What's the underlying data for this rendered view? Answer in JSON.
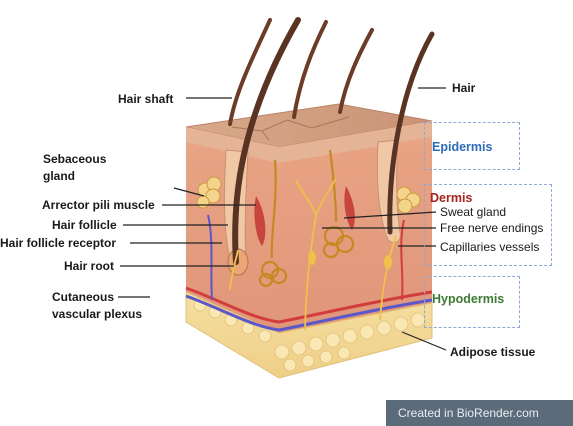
{
  "labels": {
    "hair_shaft": "Hair shaft",
    "hair": "Hair",
    "sebaceous_gland": "Sebaceous",
    "sebaceous_gland_2": "gland",
    "arrector_pili": "Arrector pili muscle",
    "hair_follicle": "Hair follicle",
    "hair_follicle_receptor": "Hair follicle receptor",
    "hair_root": "Hair root",
    "cutaneous": "Cutaneous",
    "vascular_plexus": "vascular plexus",
    "sweat_gland": "Sweat gland",
    "free_nerve_endings": "Free nerve endings",
    "capillaries": "Capillaries vessels",
    "adipose": "Adipose tissue"
  },
  "layers": {
    "epidermis": "Epidermis",
    "dermis": "Dermis",
    "hypodermis": "Hypodermis"
  },
  "colors": {
    "epidermis": "#2e6bb8",
    "dermis": "#a3241f",
    "hypodermis": "#3f7a32"
  },
  "footer": "Created in BioRender.com"
}
